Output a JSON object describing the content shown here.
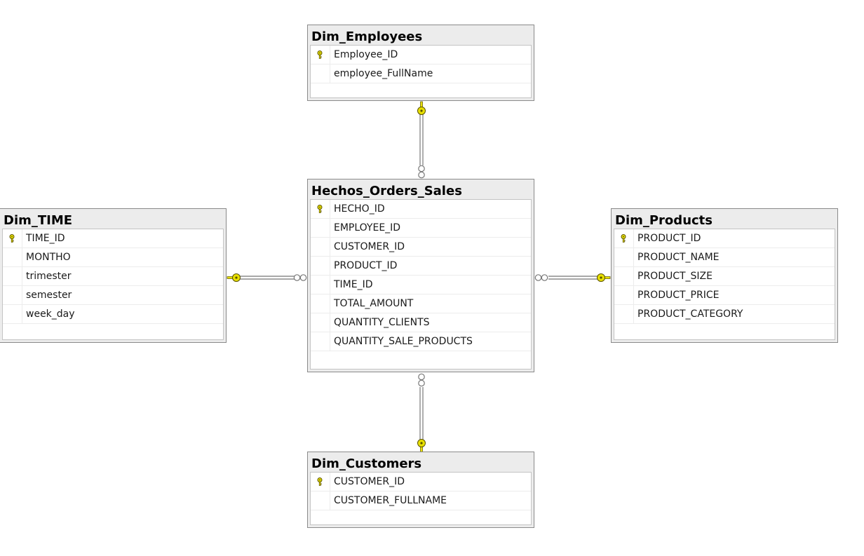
{
  "tables": {
    "employees": {
      "title": "Dim_Employees",
      "columns": [
        {
          "name": "Employee_ID",
          "pk": true
        },
        {
          "name": "employee_FullName",
          "pk": false
        }
      ]
    },
    "fact": {
      "title": "Hechos_Orders_Sales",
      "columns": [
        {
          "name": "HECHO_ID",
          "pk": true
        },
        {
          "name": "EMPLOYEE_ID",
          "pk": false
        },
        {
          "name": "CUSTOMER_ID",
          "pk": false
        },
        {
          "name": "PRODUCT_ID",
          "pk": false
        },
        {
          "name": "TIME_ID",
          "pk": false
        },
        {
          "name": "TOTAL_AMOUNT",
          "pk": false
        },
        {
          "name": "QUANTITY_CLIENTS",
          "pk": false
        },
        {
          "name": "QUANTITY_SALE_PRODUCTS",
          "pk": false
        }
      ]
    },
    "time": {
      "title": "Dim_TIME",
      "columns": [
        {
          "name": "TIME_ID",
          "pk": true
        },
        {
          "name": "MONTHO",
          "pk": false
        },
        {
          "name": "trimester",
          "pk": false
        },
        {
          "name": "semester",
          "pk": false
        },
        {
          "name": "week_day",
          "pk": false
        }
      ]
    },
    "products": {
      "title": "Dim_Products",
      "columns": [
        {
          "name": "PRODUCT_ID",
          "pk": true
        },
        {
          "name": "PRODUCT_NAME",
          "pk": false
        },
        {
          "name": "PRODUCT_SIZE",
          "pk": false
        },
        {
          "name": "PRODUCT_PRICE",
          "pk": false
        },
        {
          "name": "PRODUCT_CATEGORY",
          "pk": false
        }
      ]
    },
    "customers": {
      "title": "Dim_Customers",
      "columns": [
        {
          "name": "CUSTOMER_ID",
          "pk": true
        },
        {
          "name": "CUSTOMER_FULLNAME",
          "pk": false
        }
      ]
    }
  },
  "relationships": [
    {
      "from": "fact",
      "to": "employees",
      "from_end": "many",
      "to_end": "one"
    },
    {
      "from": "fact",
      "to": "time",
      "from_end": "many",
      "to_end": "one"
    },
    {
      "from": "fact",
      "to": "products",
      "from_end": "many",
      "to_end": "one"
    },
    {
      "from": "fact",
      "to": "customers",
      "from_end": "many",
      "to_end": "one"
    }
  ],
  "colors": {
    "key_icon": "#e8e000",
    "key_outline": "#5a5200",
    "connector": "#8c8c8c",
    "canvas": "#ffffff"
  },
  "icons": {
    "primary_key": "key-icon",
    "relationship_one_end": "key-icon",
    "relationship_many_end": "infinity-icon"
  }
}
